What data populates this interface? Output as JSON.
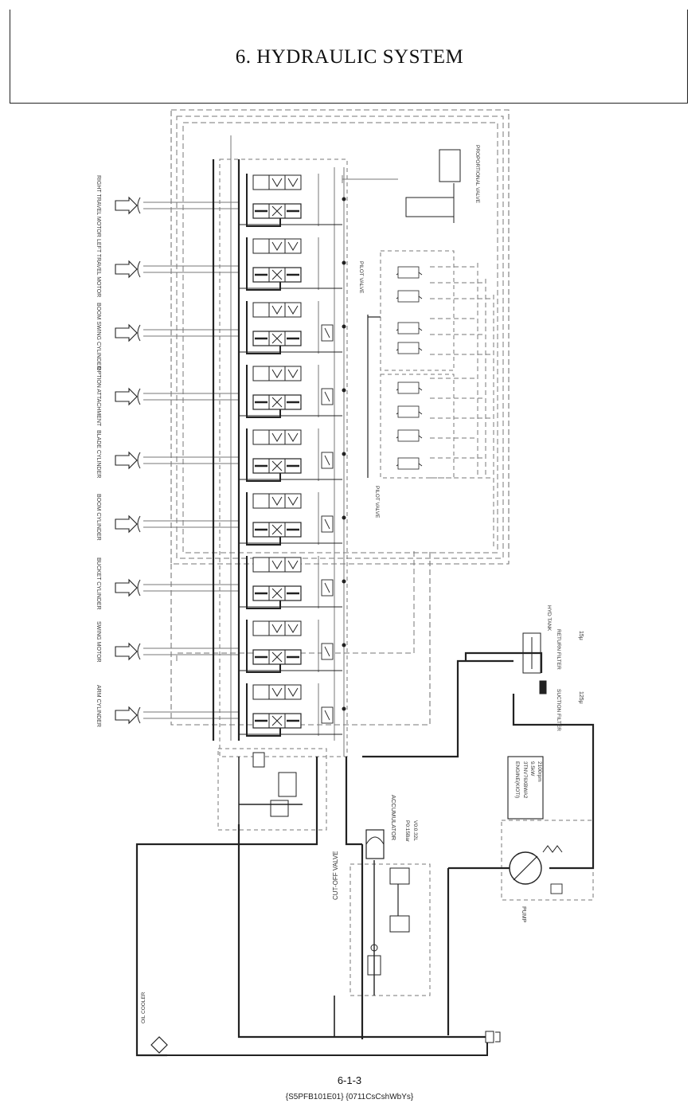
{
  "page": {
    "title": "6. HYDRAULIC SYSTEM",
    "page_number": "6-1-3",
    "doc_code": "{S5PFB101E01} {0711CsCshWbYs}"
  },
  "diagram": {
    "actuators": [
      {
        "label": "RIGHT TRAVEL MOTOR"
      },
      {
        "label": "LEFT TRAVEL MOTOR"
      },
      {
        "label": "BOOM SWING CYLINDER"
      },
      {
        "label": "OPTION ATTACHMENT"
      },
      {
        "label": "BLADE CYLINDER"
      },
      {
        "label": "BOOM CYLINDER"
      },
      {
        "label": "BUCKET CYLINDER"
      },
      {
        "label": "SWING MOTOR"
      },
      {
        "label": "ARM CYLINDER"
      }
    ],
    "labels": {
      "proportional_valve": "PROPORTIONAL VALVE",
      "pilot_valve_upper": "PILOT VALVE",
      "pilot_valve_lower": "PILOT VALVE",
      "hyd_tank": "HYD TANK",
      "return_filter": "RETURN FILTER",
      "return_filter_rating": "15μ",
      "suction_filter": "SUCTION FILTER",
      "suction_filter_rating": "125μ",
      "engine": "ENGINE(KIOTI)",
      "engine_model": "3TNV76XBWA2",
      "engine_power": "9.5kW",
      "engine_speed": "2100rpm",
      "accumulator": "ACCUMULATOR",
      "accumulator_p0": "P0:15Bar",
      "accumulator_v0": "V0:0.32L",
      "cut_off_valve": "CUT-OFF VALVE",
      "pump": "PUMP",
      "oil_cooler": "OIL COOLER"
    }
  }
}
